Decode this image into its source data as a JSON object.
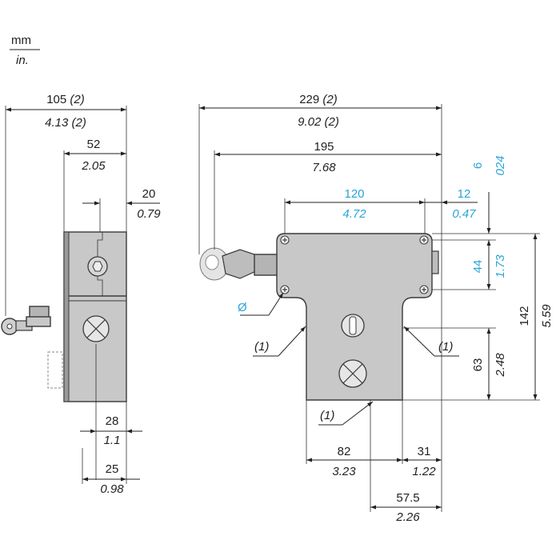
{
  "units": {
    "top": "mm",
    "bottom": "in."
  },
  "side_view": {
    "overall": {
      "mm": "105",
      "mm_note": "(2)",
      "in": "4.13",
      "in_note": "(2)"
    },
    "body_depth": {
      "mm": "52",
      "in": "2.05"
    },
    "cap_offset": {
      "mm": "20",
      "in": "0.79"
    },
    "bottom_a": {
      "mm": "28",
      "in": "1.1"
    },
    "bottom_b": {
      "mm": "25",
      "in": "0.98"
    }
  },
  "front_view": {
    "overall": {
      "mm": "229",
      "mm_note": "(2)",
      "in": "9.02",
      "in_note": "(2)"
    },
    "roller_axis": {
      "mm": "195",
      "in": "7.68"
    },
    "hole_spacing": {
      "mm": "120",
      "in": "4.72"
    },
    "hole_edge": {
      "mm": "12",
      "in": "0.47"
    },
    "top_offset": {
      "mm": "6",
      "in": "024"
    },
    "hole_vertical": {
      "mm": "44",
      "in": "1.73"
    },
    "height": {
      "mm": "142",
      "in": "5.59"
    },
    "lower_height": {
      "mm": "63",
      "in": "2.48"
    },
    "lower_width": {
      "mm": "82",
      "in": "3.23"
    },
    "right_step": {
      "mm": "31",
      "in": "1.22"
    },
    "center_offset": {
      "mm": "57.5",
      "in": "2.26"
    },
    "diameter_symbol": "Ø",
    "note_label": "(1)"
  }
}
